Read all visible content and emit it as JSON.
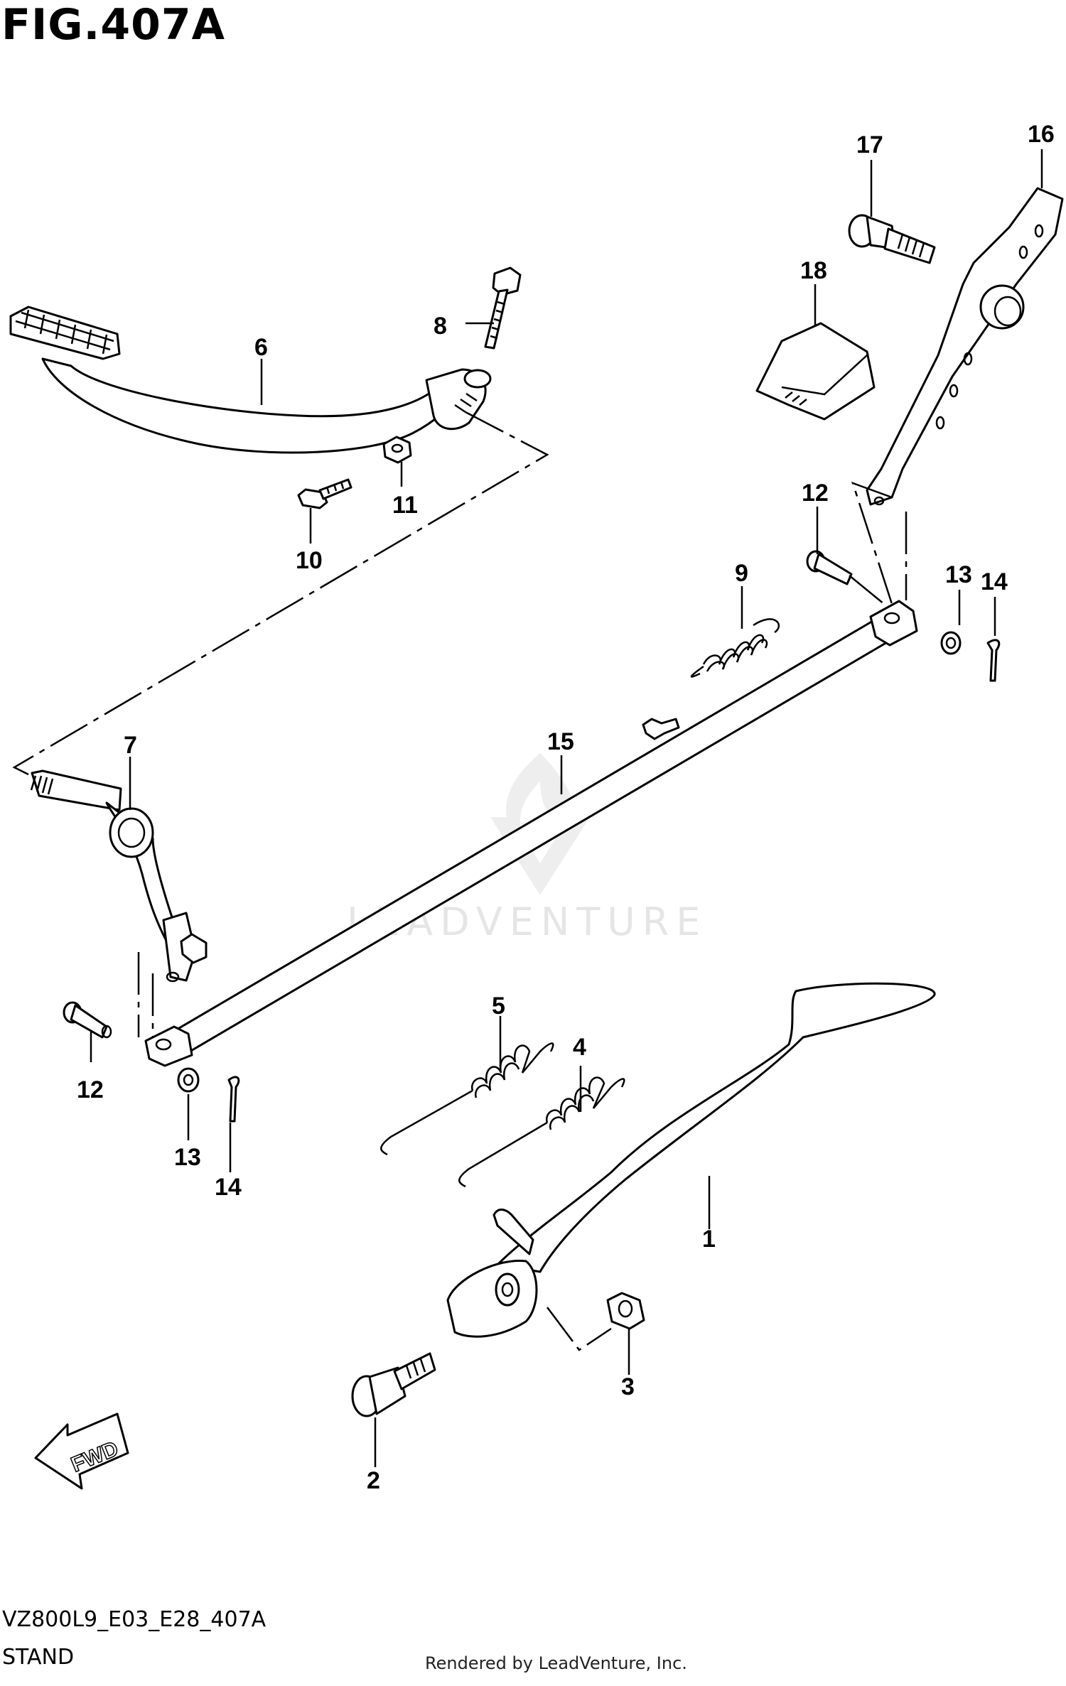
{
  "figure": {
    "title": "FIG.407A",
    "code": "VZ800L9_E03_E28_407A",
    "name": "STAND",
    "rendered_by": "Rendered by LeadVenture, Inc.",
    "watermark": "LEADVENTURE",
    "fwd_label": "FWD"
  },
  "callouts": [
    {
      "id": "1",
      "label": "1"
    },
    {
      "id": "2",
      "label": "2"
    },
    {
      "id": "3",
      "label": "3"
    },
    {
      "id": "4",
      "label": "4"
    },
    {
      "id": "5",
      "label": "5"
    },
    {
      "id": "6",
      "label": "6"
    },
    {
      "id": "7",
      "label": "7"
    },
    {
      "id": "8",
      "label": "8"
    },
    {
      "id": "9",
      "label": "9"
    },
    {
      "id": "10",
      "label": "10"
    },
    {
      "id": "11",
      "label": "11"
    },
    {
      "id": "12a",
      "label": "12"
    },
    {
      "id": "12b",
      "label": "12"
    },
    {
      "id": "13a",
      "label": "13"
    },
    {
      "id": "13b",
      "label": "13"
    },
    {
      "id": "14a",
      "label": "14"
    },
    {
      "id": "14b",
      "label": "14"
    },
    {
      "id": "15",
      "label": "15"
    },
    {
      "id": "16",
      "label": "16"
    },
    {
      "id": "17",
      "label": "17"
    },
    {
      "id": "18",
      "label": "18"
    }
  ]
}
